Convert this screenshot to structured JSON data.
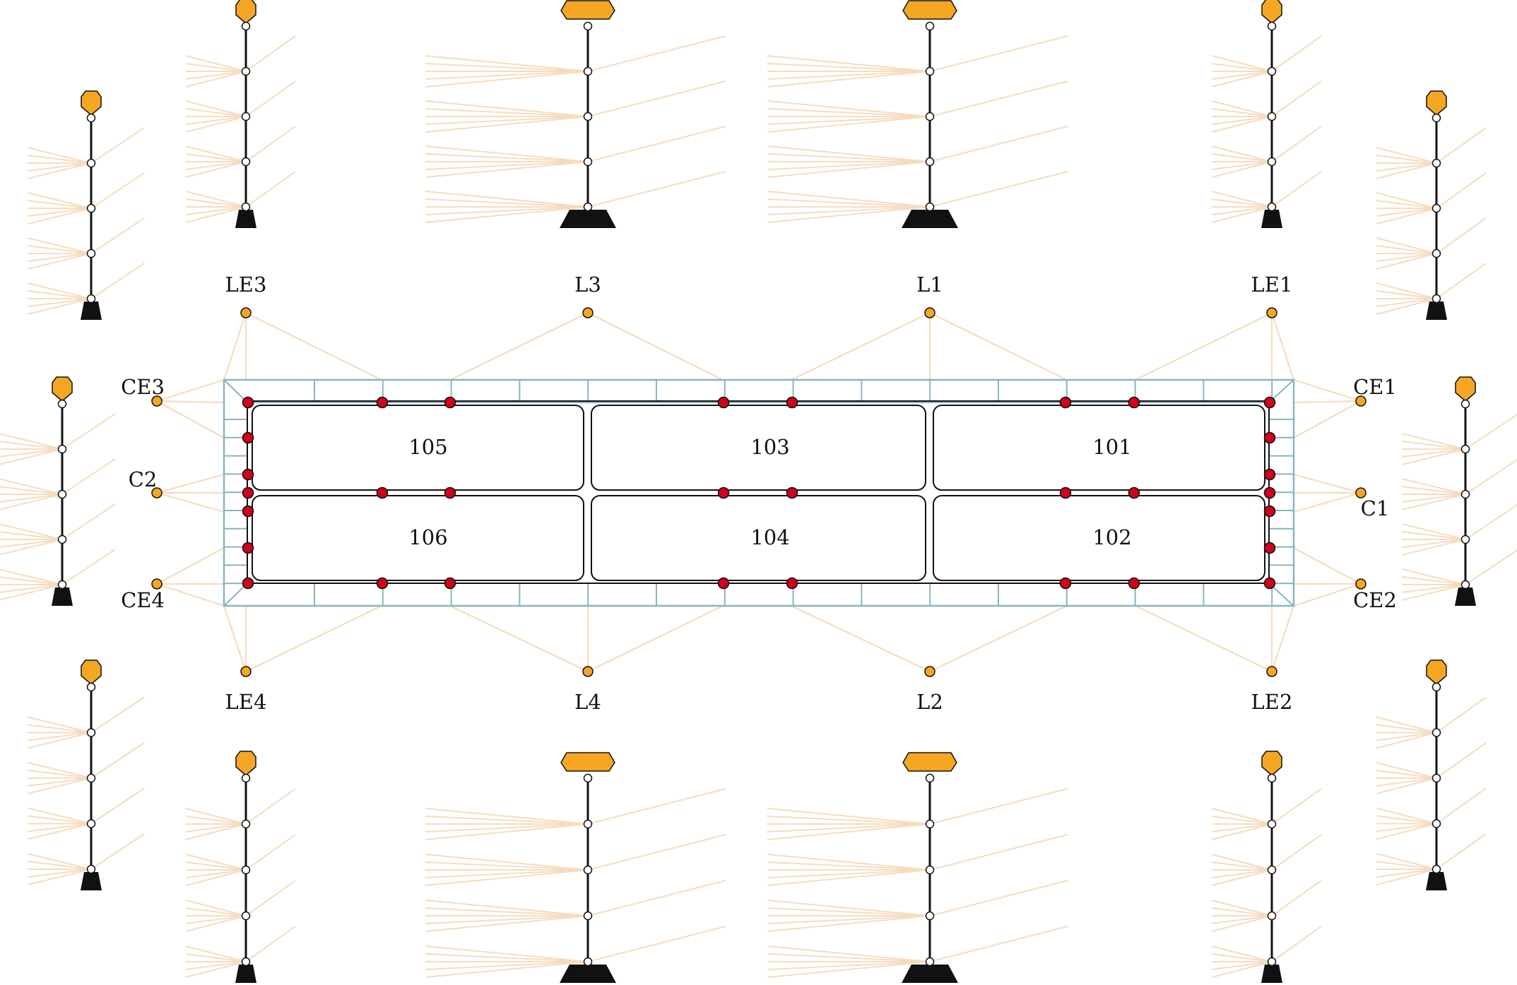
{
  "colors": {
    "orange": "#f5a623",
    "orange_light": "#f6dcbf",
    "frame_blue": "#8ab4c2",
    "node_red": "#d0021b",
    "line_black": "#111111",
    "background": "#ffffff"
  },
  "rooms": [
    {
      "id": "101",
      "label": "101"
    },
    {
      "id": "102",
      "label": "102"
    },
    {
      "id": "103",
      "label": "103"
    },
    {
      "id": "104",
      "label": "104"
    },
    {
      "id": "105",
      "label": "105"
    },
    {
      "id": "106",
      "label": "106"
    }
  ],
  "hub_labels": [
    {
      "id": "LE3",
      "label": "LE3"
    },
    {
      "id": "L3",
      "label": "L3"
    },
    {
      "id": "L1",
      "label": "L1"
    },
    {
      "id": "LE1",
      "label": "LE1"
    },
    {
      "id": "CE3",
      "label": "CE3"
    },
    {
      "id": "C2",
      "label": "C2"
    },
    {
      "id": "CE4",
      "label": "CE4"
    },
    {
      "id": "CE1",
      "label": "CE1"
    },
    {
      "id": "C1",
      "label": "C1"
    },
    {
      "id": "CE2",
      "label": "CE2"
    },
    {
      "id": "LE4",
      "label": "LE4"
    },
    {
      "id": "L4",
      "label": "L4"
    },
    {
      "id": "L2",
      "label": "L2"
    },
    {
      "id": "LE2",
      "label": "LE2"
    }
  ],
  "icons": {
    "column": "stacked-column-icon",
    "cap": "octagon-cap-icon",
    "base": "trapezoid-base-icon"
  }
}
